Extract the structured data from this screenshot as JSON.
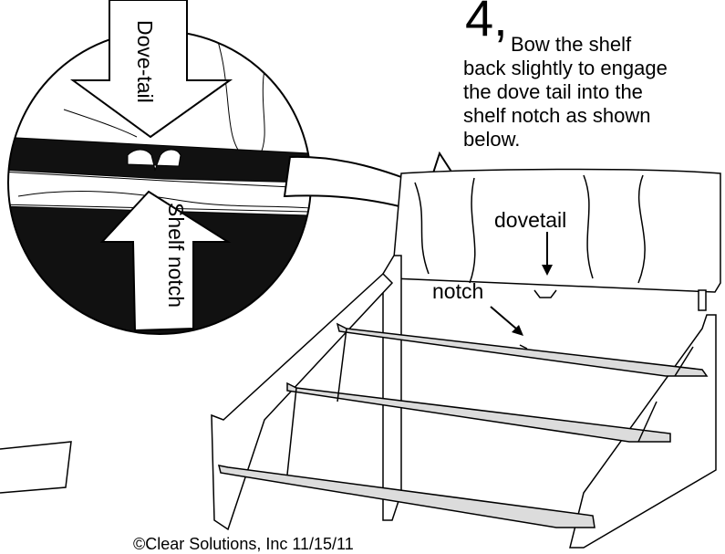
{
  "step": {
    "number": "4,",
    "instruction": "Bow the shelf back slightly to engage the dove tail into the shelf notch as shown below.",
    "line1": "Bow the shelf",
    "line2": "back slightly to engage",
    "line3": "the dove tail into the",
    "line4": "shelf notch as shown",
    "line5": "below."
  },
  "labels": {
    "dovetail": "dovetail",
    "notch": "notch",
    "dove_tail_arrow": "Dove-tail",
    "shelf_notch_arrow": "Shelf notch"
  },
  "footer": {
    "copyright": "©Clear Solutions, Inc 11/15/11"
  },
  "colors": {
    "line": "#000000",
    "shelf_fill": "#dcdcdc",
    "dark_band": "#111111",
    "background": "#ffffff"
  }
}
